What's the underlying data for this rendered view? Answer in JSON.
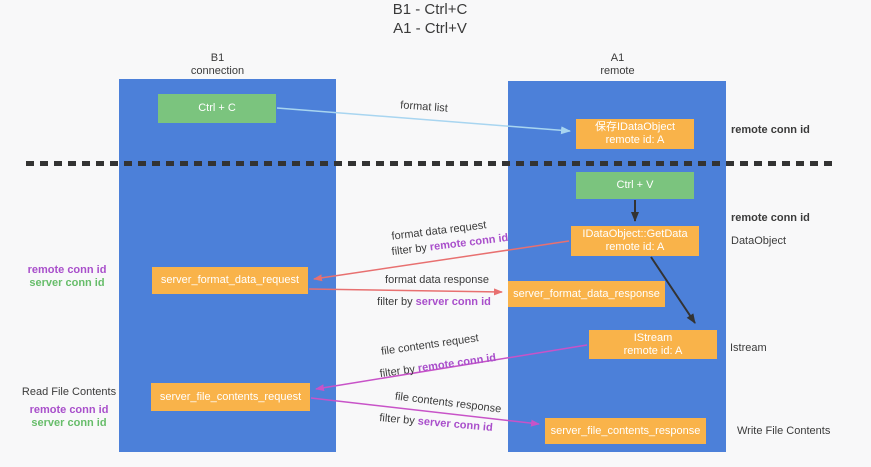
{
  "title": {
    "line1": "B1 - Ctrl+C",
    "line2": "A1 - Ctrl+V"
  },
  "lanes": {
    "b1": {
      "name": "B1",
      "subtitle": "connection"
    },
    "a1": {
      "name": "A1",
      "subtitle": "remote"
    }
  },
  "nodes": {
    "ctrl_c": {
      "label": "Ctrl + C"
    },
    "ctrl_v": {
      "label": "Ctrl + V"
    },
    "save_idataobject": {
      "line1": "保存IDataObject",
      "line2": "remote id: A"
    },
    "idataobject_getdata": {
      "line1": "IDataObject::GetData",
      "line2": "remote id: A"
    },
    "istream": {
      "line1": "IStream",
      "line2": "remote id: A"
    },
    "server_format_data_request": {
      "label": "server_format_data_request"
    },
    "server_format_data_response": {
      "label": "server_format_data_response"
    },
    "server_file_contents_request": {
      "label": "server_file_contents_request"
    },
    "server_file_contents_response": {
      "label": "server_file_contents_response"
    }
  },
  "arrow_labels": {
    "format_list": "format list",
    "format_data_request": "format data request",
    "format_data_response": "format data response",
    "file_contents_request": "file contents request",
    "file_contents_response": "file contents response",
    "filter_by": "filter by ",
    "remote_conn_id": "remote conn id",
    "server_conn_id": "server conn id"
  },
  "side_labels": {
    "left_top_remote": "remote conn id",
    "left_top_server": "server conn id",
    "read_file_contents": "Read File Contents",
    "left_bottom_remote": "remote conn id",
    "left_bottom_server": "server conn id",
    "right_remote_1": "remote conn id",
    "right_remote_2": "remote conn id",
    "dataobject": "DataObject",
    "istream": "Istream",
    "write_file_contents": "Write File Contents"
  },
  "colors": {
    "background": "#f8f8f9",
    "lane_blue": "#4c80d9",
    "node_green": "#7bc47e",
    "node_orange": "#f9b34a",
    "purple_text": "#a94fcb",
    "green_text": "#67bd6a",
    "salmon_arrow": "#e87070",
    "magenta_arrow": "#c853c8",
    "light_blue_arrow": "#a8d5f0",
    "dark": "#333333"
  }
}
